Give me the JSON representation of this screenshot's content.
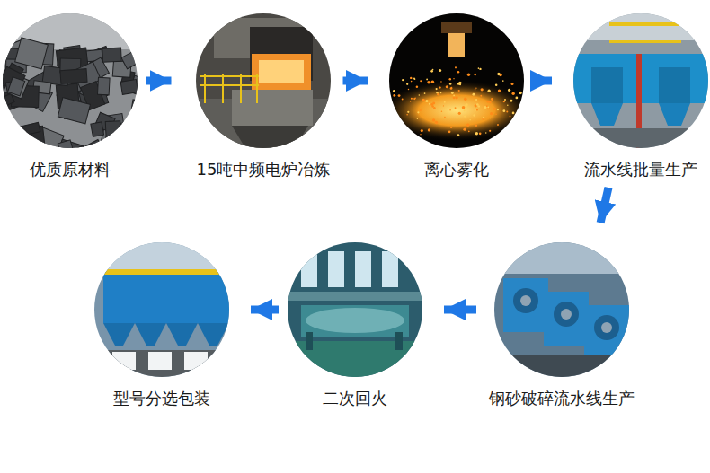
{
  "diagram": {
    "nodes": [
      {
        "text": [
          "优质原材料"
        ]
      },
      {
        "text": [
          "15吨中频电炉冶炼"
        ]
      },
      {
        "text": [
          "离心雾化"
        ]
      },
      {
        "text": [
          "流水线批量生产"
        ]
      },
      {
        "text": [
          "钢砂破碎流水线生产"
        ]
      },
      {
        "text": [
          "二次回火"
        ]
      },
      {
        "text": [
          "型号分选包装"
        ]
      }
    ],
    "edges": [
      {
        "from": 0,
        "to": 1,
        "arrow": "to"
      },
      {
        "from": 1,
        "to": 2,
        "arrow": "to"
      },
      {
        "from": 2,
        "to": 3,
        "arrow": "to"
      },
      {
        "from": 3,
        "to": 4,
        "arrow": "to"
      },
      {
        "from": 4,
        "to": 5,
        "arrow": "to"
      },
      {
        "from": 5,
        "to": 6,
        "arrow": "to"
      }
    ]
  }
}
